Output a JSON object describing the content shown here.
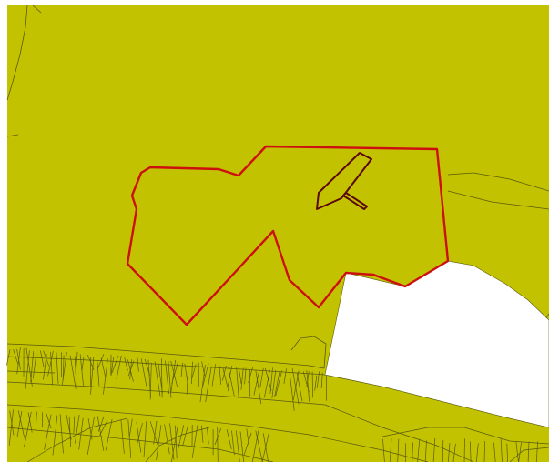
{
  "map": {
    "colors": {
      "parcel_fill": "#c2c200",
      "parcel_line": "#5a5a10",
      "empty_area": "#ffffff",
      "highlight_outline": "#cc1010",
      "building_outline": "#5a0a0a"
    },
    "layers": [
      "parcel-polygons",
      "dense-lot-subdivision",
      "selected-parcel-outline",
      "building-footprint"
    ]
  }
}
